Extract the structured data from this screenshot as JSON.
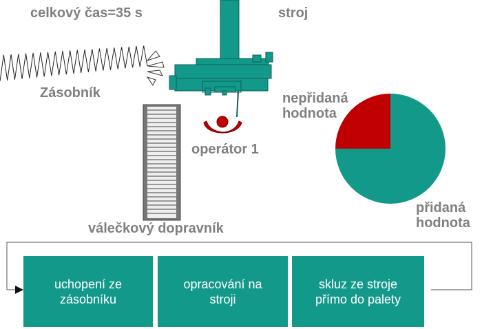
{
  "title": "celkový čas=35 s",
  "machine_label": "stroj",
  "magazine_label": "Zásobník",
  "operator_label": "operátor 1",
  "conveyor_label": "válečkový dopravník",
  "chart": {
    "non_value_label": "nepřidaná\nhodnota",
    "value_label": "přidaná\nhodnota",
    "non_value_share": 0.25,
    "value_share": 0.75,
    "colors": {
      "value": "#13998a",
      "non_value": "#c00000"
    }
  },
  "steps": [
    {
      "label": "uchopení ze\nzásobníku"
    },
    {
      "label": "opracování na\nstroji"
    },
    {
      "label": "skluz ze stroje\npřímo do palety"
    }
  ],
  "colors": {
    "teal": "#13998a",
    "red": "#c00000",
    "gray_text": "#808080"
  }
}
